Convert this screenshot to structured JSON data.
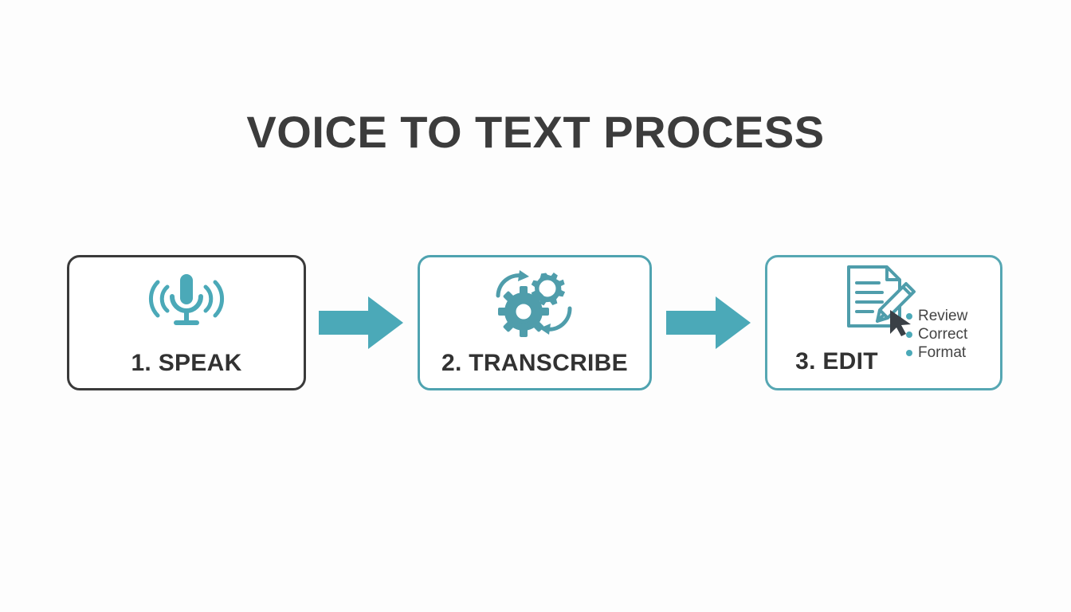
{
  "page": {
    "title": "VOICE TO TEXT PROCESS",
    "background_color": "#fdfdfd",
    "title_color": "#3c3c3c",
    "accent_color": "#4ba9b8"
  },
  "steps": [
    {
      "label": "1. SPEAK",
      "icon": "microphone-icon",
      "border_color": "#3a3a3a",
      "icon_color": "#4ba9b8"
    },
    {
      "label": "2. TRANSCRIBE",
      "icon": "gears-icon",
      "border_color": "#4fa3b0",
      "icon_color": "#4f9dab"
    },
    {
      "label": "3. EDIT",
      "icon": "document-pencil-cursor-icon",
      "border_color": "#56a7b3",
      "icon_color": "#4f9dab",
      "bullets": [
        {
          "text": "Review"
        },
        {
          "text": "Correct"
        },
        {
          "text": "Format"
        }
      ]
    }
  ],
  "arrows": [
    {
      "name": "arrow-step1-to-step2",
      "color": "#4ba9b8"
    },
    {
      "name": "arrow-step2-to-step3",
      "color": "#4ba9b8"
    }
  ]
}
